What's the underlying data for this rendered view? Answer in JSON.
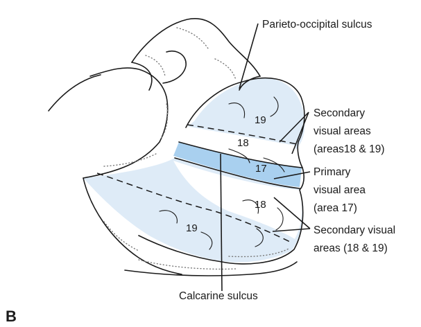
{
  "panel_letter": "B",
  "labels": {
    "parieto_occipital": "Parieto-occipital sulcus",
    "secondary_upper": [
      "Secondary",
      "visual areas",
      "(areas18 & 19)"
    ],
    "primary": [
      "Primary",
      "visual area",
      "(area 17)"
    ],
    "secondary_lower": [
      "Secondary visual",
      "areas (18 & 19)"
    ],
    "calcarine": "Calcarine sulcus"
  },
  "area_numbers": {
    "upper_19": "19",
    "upper_18": "18",
    "primary_17": "17",
    "lower_18": "18",
    "lower_19": "19"
  },
  "colors": {
    "secondary_fill": "#deebf7",
    "primary_fill": "#a9d0ef",
    "outline": "#1a1a1a"
  }
}
